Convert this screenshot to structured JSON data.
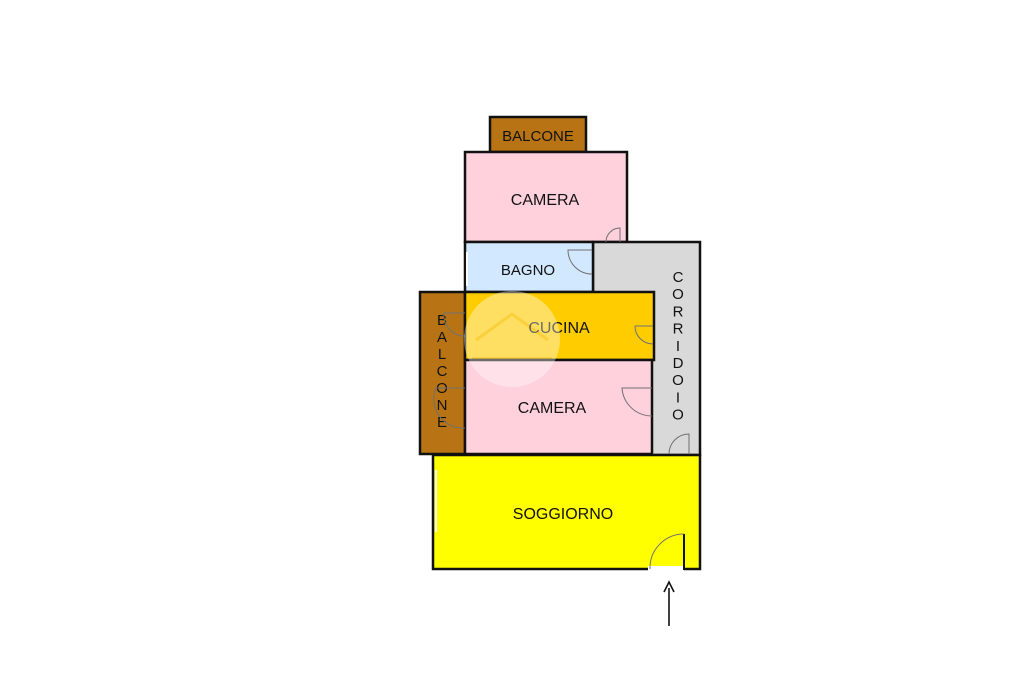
{
  "colors": {
    "balcony": "#b87414",
    "bedroom": "#ffd1dc",
    "bathroom": "#d2e8ff",
    "kitchen": "#ffcc00",
    "corridor": "#d9d9d9",
    "living": "#ffff00",
    "wall": "#111111"
  },
  "rooms": {
    "balcone_top": "BALCONE",
    "camera_top": "CAMERA",
    "bagno": "BAGNO",
    "cucina": "CUCINA",
    "camera_mid": "CAMERA",
    "soggiorno": "SOGGIORNO",
    "balcone_side": [
      "B",
      "A",
      "L",
      "C",
      "O",
      "N",
      "E"
    ],
    "corridoio": [
      "C",
      "O",
      "R",
      "R",
      "I",
      "D",
      "O",
      "I",
      "O"
    ]
  },
  "icons": {
    "entrance": "up-arrow-icon",
    "watermark": "house-watermark-icon"
  }
}
